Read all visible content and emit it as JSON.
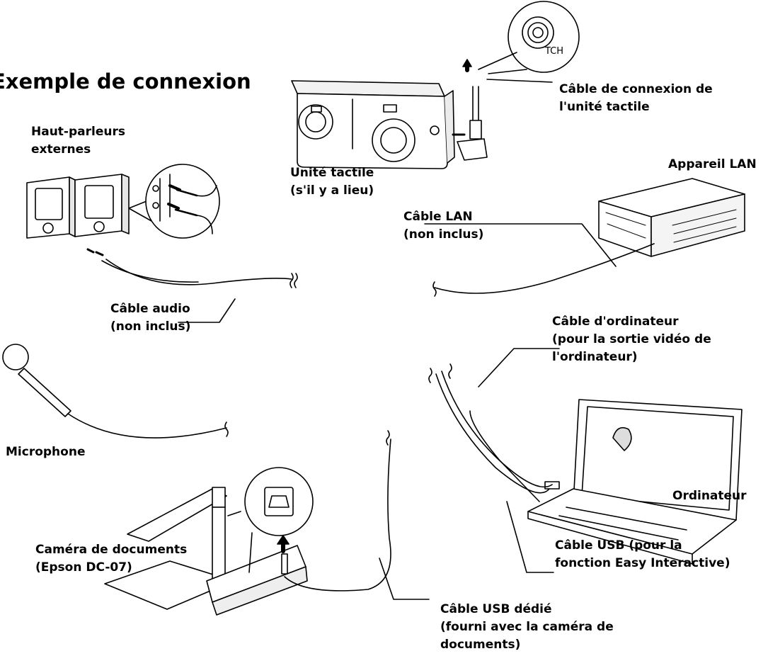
{
  "title": "Exemple de connexion",
  "labels": {
    "speakers": [
      "Haut-parleurs",
      "externes"
    ],
    "touch_unit": [
      "Unité tactile",
      "(s'il y a lieu)"
    ],
    "touch_cable": [
      "Câble de connexion de",
      "l'unité tactile"
    ],
    "tch_port": "TCH",
    "lan_device": "Appareil LAN",
    "lan_cable": [
      "Câble LAN",
      "(non inclus)"
    ],
    "audio_cable": [
      "Câble audio",
      "(non inclus)"
    ],
    "computer_cable": [
      "Câble d'ordinateur",
      "(pour la sortie vidéo de",
      "l'ordinateur)"
    ],
    "microphone": "Microphone",
    "computer": "Ordinateur",
    "usb_cable": [
      "Câble USB (pour la",
      "fonction Easy Interactive)"
    ],
    "doc_camera": [
      "Caméra de documents",
      "(Epson DC-07)"
    ],
    "usb_dedicated": [
      "Câble USB dédié",
      "(fourni avec la caméra de",
      "documents)"
    ]
  }
}
